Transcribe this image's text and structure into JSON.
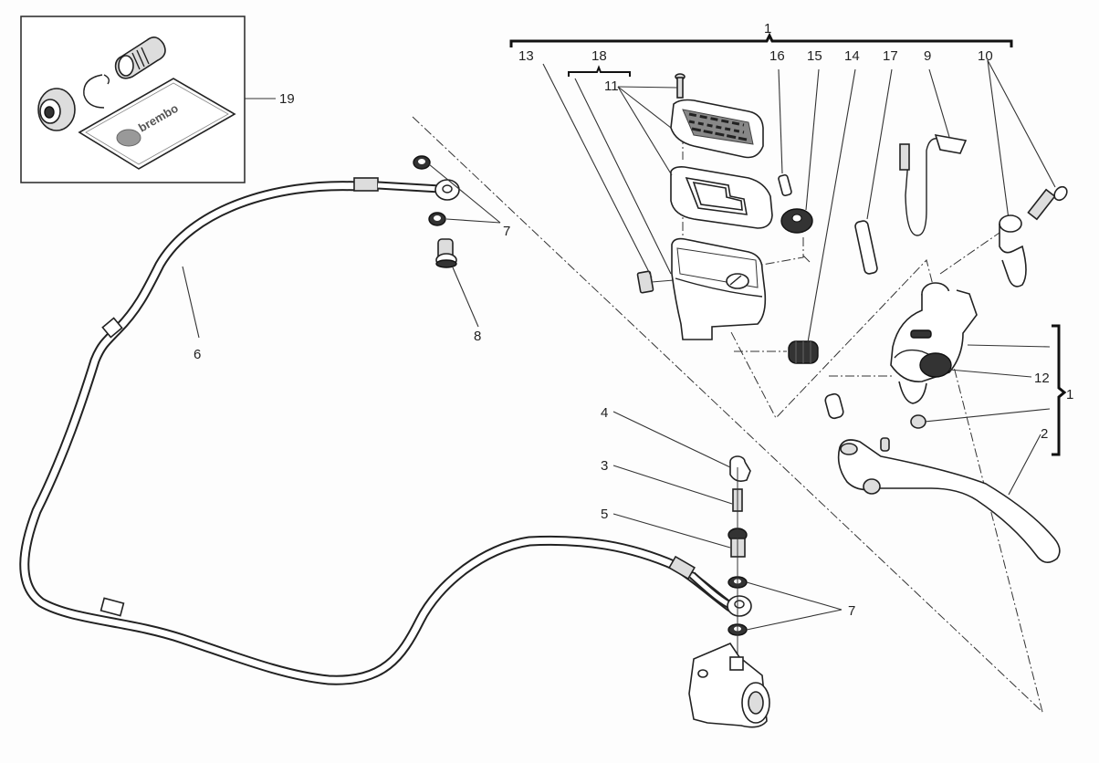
{
  "diagram": {
    "type": "exploded-parts-diagram",
    "subject": "Clutch master cylinder assembly",
    "callouts": [
      {
        "id": "c1-top",
        "label": "1",
        "part": "Master cylinder assembly (bracket group)"
      },
      {
        "id": "c1-right",
        "label": "1",
        "part": "Master cylinder assembly (lever pivot group)"
      },
      {
        "id": "c2",
        "label": "2",
        "part": "Clutch lever"
      },
      {
        "id": "c3",
        "label": "3",
        "part": "Bleed valve"
      },
      {
        "id": "c4",
        "label": "4",
        "part": "Bleed valve cap"
      },
      {
        "id": "c5",
        "label": "5",
        "part": "Banjo bolt (slave side)"
      },
      {
        "id": "c6",
        "label": "6",
        "part": "Clutch hose"
      },
      {
        "id": "c7-top",
        "label": "7",
        "part": "Sealing washers (master side)"
      },
      {
        "id": "c7-bottom",
        "label": "7",
        "part": "Sealing washers (slave side)"
      },
      {
        "id": "c8",
        "label": "8",
        "part": "Banjo bolt (master side)"
      },
      {
        "id": "c9",
        "label": "9",
        "part": "Clutch switch"
      },
      {
        "id": "c10",
        "label": "10",
        "part": "Clamp and screw"
      },
      {
        "id": "c11",
        "label": "11",
        "part": "Reservoir cap screws / cover"
      },
      {
        "id": "c12",
        "label": "12",
        "part": "Pivot bushing"
      },
      {
        "id": "c13",
        "label": "13",
        "part": "Reservoir plug"
      },
      {
        "id": "c14",
        "label": "14",
        "part": "Boot"
      },
      {
        "id": "c15",
        "label": "15",
        "part": "Grommet"
      },
      {
        "id": "c16",
        "label": "16",
        "part": "Pin"
      },
      {
        "id": "c17",
        "label": "17",
        "part": "Adjuster pin"
      },
      {
        "id": "c18",
        "label": "18",
        "part": "Reservoir kit"
      },
      {
        "id": "c19",
        "label": "19",
        "part": "Repair kit"
      }
    ],
    "inset": {
      "label": "19",
      "brand_text": "brembo"
    }
  }
}
